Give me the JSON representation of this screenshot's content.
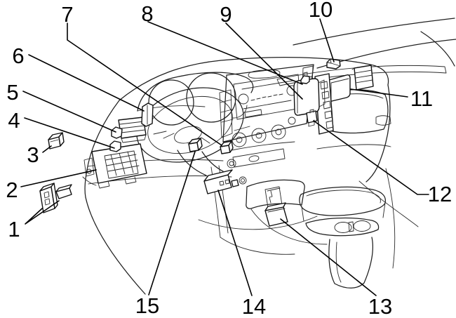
{
  "figure": {
    "depicts": "vehicle dashboard interior line illustration with numbered component location callouts",
    "background_color": "#ffffff",
    "line_color": "#1f1f1f",
    "label_color": "#000000",
    "callouts": [
      {
        "label": "1"
      },
      {
        "label": "2"
      },
      {
        "label": "3"
      },
      {
        "label": "4"
      },
      {
        "label": "5"
      },
      {
        "label": "6"
      },
      {
        "label": "7"
      },
      {
        "label": "8"
      },
      {
        "label": "9"
      },
      {
        "label": "10"
      },
      {
        "label": "11"
      },
      {
        "label": "12"
      },
      {
        "label": "13"
      },
      {
        "label": "14"
      },
      {
        "label": "15"
      }
    ]
  }
}
